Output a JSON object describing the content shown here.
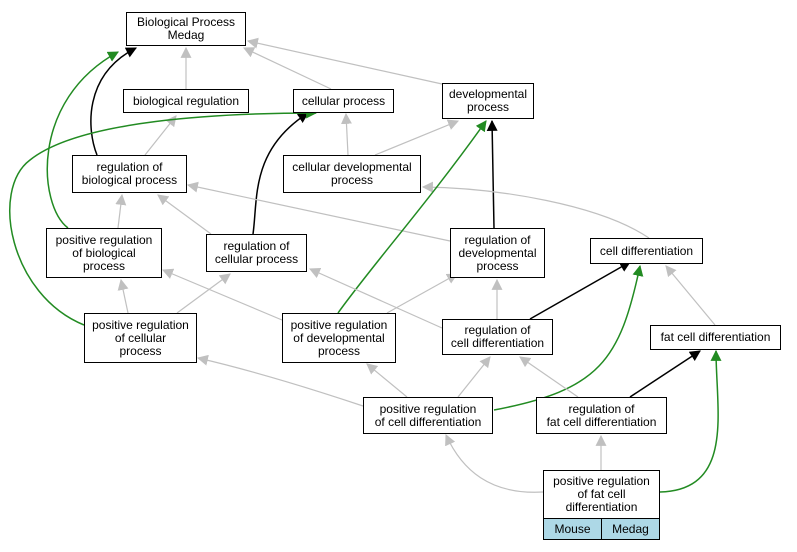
{
  "diagram": {
    "nodes": {
      "bp_medag": "Biological Process\nMedag",
      "bio_reg": "biological regulation",
      "cell_proc": "cellular process",
      "dev_proc": "developmental\nprocess",
      "reg_bio": "regulation of\nbiological process",
      "cell_dev": "cellular developmental\nprocess",
      "pos_reg_bio": "positive regulation\nof biological\nprocess",
      "reg_cell": "regulation of\ncellular process",
      "reg_dev": "regulation of\ndevelopmental\nprocess",
      "cell_diff": "cell differentiation",
      "pos_reg_cell": "positive regulation\nof cellular\nprocess",
      "pos_reg_dev": "positive regulation\nof developmental\nprocess",
      "reg_cell_diff": "regulation of\ncell differentiation",
      "fat_diff": "fat cell differentiation",
      "pos_reg_cell_diff": "positive regulation\nof cell differentiation",
      "reg_fat_diff": "regulation of\nfat cell differentiation",
      "pos_reg_fat_diff": "positive regulation\nof fat cell\ndifferentiation"
    },
    "tags": {
      "mouse": "Mouse",
      "medag": "Medag"
    },
    "colors": {
      "is_a_edge": "#c0c0c0",
      "regulates_edge": "#000000",
      "positively_regulates_edge": "#228b22",
      "tag_fill": "#add8e6"
    },
    "edges": [
      {
        "from": "bio_reg",
        "to": "bp_medag",
        "type": "is_a"
      },
      {
        "from": "cell_proc",
        "to": "bp_medag",
        "type": "is_a"
      },
      {
        "from": "dev_proc",
        "to": "bp_medag",
        "type": "is_a"
      },
      {
        "from": "reg_bio",
        "to": "bio_reg",
        "type": "is_a"
      },
      {
        "from": "reg_bio",
        "to": "bp_medag",
        "type": "regulates"
      },
      {
        "from": "cell_dev",
        "to": "cell_proc",
        "type": "is_a"
      },
      {
        "from": "cell_dev",
        "to": "dev_proc",
        "type": "is_a"
      },
      {
        "from": "pos_reg_bio",
        "to": "reg_bio",
        "type": "is_a"
      },
      {
        "from": "pos_reg_bio",
        "to": "bp_medag",
        "type": "positively_regulates"
      },
      {
        "from": "reg_cell",
        "to": "reg_bio",
        "type": "is_a"
      },
      {
        "from": "reg_cell",
        "to": "cell_proc",
        "type": "regulates"
      },
      {
        "from": "reg_dev",
        "to": "reg_bio",
        "type": "is_a"
      },
      {
        "from": "reg_dev",
        "to": "dev_proc",
        "type": "regulates"
      },
      {
        "from": "cell_diff",
        "to": "cell_dev",
        "type": "is_a"
      },
      {
        "from": "pos_reg_cell",
        "to": "pos_reg_bio",
        "type": "is_a"
      },
      {
        "from": "pos_reg_cell",
        "to": "reg_cell",
        "type": "is_a"
      },
      {
        "from": "pos_reg_cell",
        "to": "cell_proc",
        "type": "positively_regulates"
      },
      {
        "from": "pos_reg_dev",
        "to": "pos_reg_bio",
        "type": "is_a"
      },
      {
        "from": "pos_reg_dev",
        "to": "reg_dev",
        "type": "is_a"
      },
      {
        "from": "pos_reg_dev",
        "to": "dev_proc",
        "type": "positively_regulates"
      },
      {
        "from": "reg_cell_diff",
        "to": "reg_cell",
        "type": "is_a"
      },
      {
        "from": "reg_cell_diff",
        "to": "reg_dev",
        "type": "is_a"
      },
      {
        "from": "reg_cell_diff",
        "to": "cell_diff",
        "type": "regulates"
      },
      {
        "from": "fat_diff",
        "to": "cell_diff",
        "type": "is_a"
      },
      {
        "from": "pos_reg_cell_diff",
        "to": "pos_reg_cell",
        "type": "is_a"
      },
      {
        "from": "pos_reg_cell_diff",
        "to": "pos_reg_dev",
        "type": "is_a"
      },
      {
        "from": "pos_reg_cell_diff",
        "to": "reg_cell_diff",
        "type": "is_a"
      },
      {
        "from": "pos_reg_cell_diff",
        "to": "cell_diff",
        "type": "positively_regulates"
      },
      {
        "from": "reg_fat_diff",
        "to": "reg_cell_diff",
        "type": "is_a"
      },
      {
        "from": "reg_fat_diff",
        "to": "fat_diff",
        "type": "regulates"
      },
      {
        "from": "pos_reg_fat_diff",
        "to": "pos_reg_cell_diff",
        "type": "is_a"
      },
      {
        "from": "pos_reg_fat_diff",
        "to": "reg_fat_diff",
        "type": "is_a"
      },
      {
        "from": "pos_reg_fat_diff",
        "to": "fat_diff",
        "type": "positively_regulates"
      }
    ]
  }
}
